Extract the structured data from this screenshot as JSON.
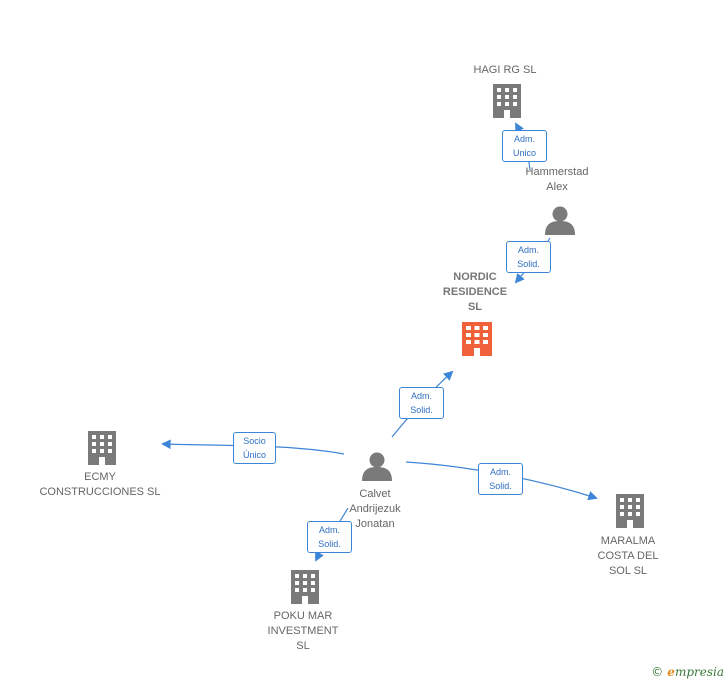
{
  "colors": {
    "edge": "#3d85d6",
    "building": "#7a7a7a",
    "highlight": "#f0613a",
    "person": "#7a7a7a"
  },
  "nodes": {
    "hagi": {
      "label": "HAGI RG  SL",
      "icon": "building-icon"
    },
    "hammerstad": {
      "label": "Hammerstad\nAlex",
      "icon": "person-icon"
    },
    "nordic": {
      "label": "NORDIC\nRESIDENCE\nSL",
      "icon": "building-icon"
    },
    "calvet": {
      "label": "Calvet\nAndrijezuk\nJonatan",
      "icon": "person-icon"
    },
    "ecmy": {
      "label": "ECMY\nCONSTRUCCIONES SL",
      "icon": "building-icon"
    },
    "maralma": {
      "label": "MARALMA\nCOSTA DEL\nSOL SL",
      "icon": "building-icon"
    },
    "pokumar": {
      "label": "POKU MAR\nINVESTMENT\nSL",
      "icon": "building-icon"
    }
  },
  "edges": {
    "hammerstad_hagi": "Adm.\nUnico",
    "hammerstad_nordic": "Adm.\nSolid.",
    "calvet_nordic": "Adm.\nSolid.",
    "calvet_ecmy": "Socio\nÚnico",
    "calvet_maralma": "Adm.\nSolid.",
    "calvet_pokumar": "Adm.\nSolid."
  },
  "brand": {
    "copyright": "©",
    "initial": "e",
    "name": "mpresia"
  }
}
